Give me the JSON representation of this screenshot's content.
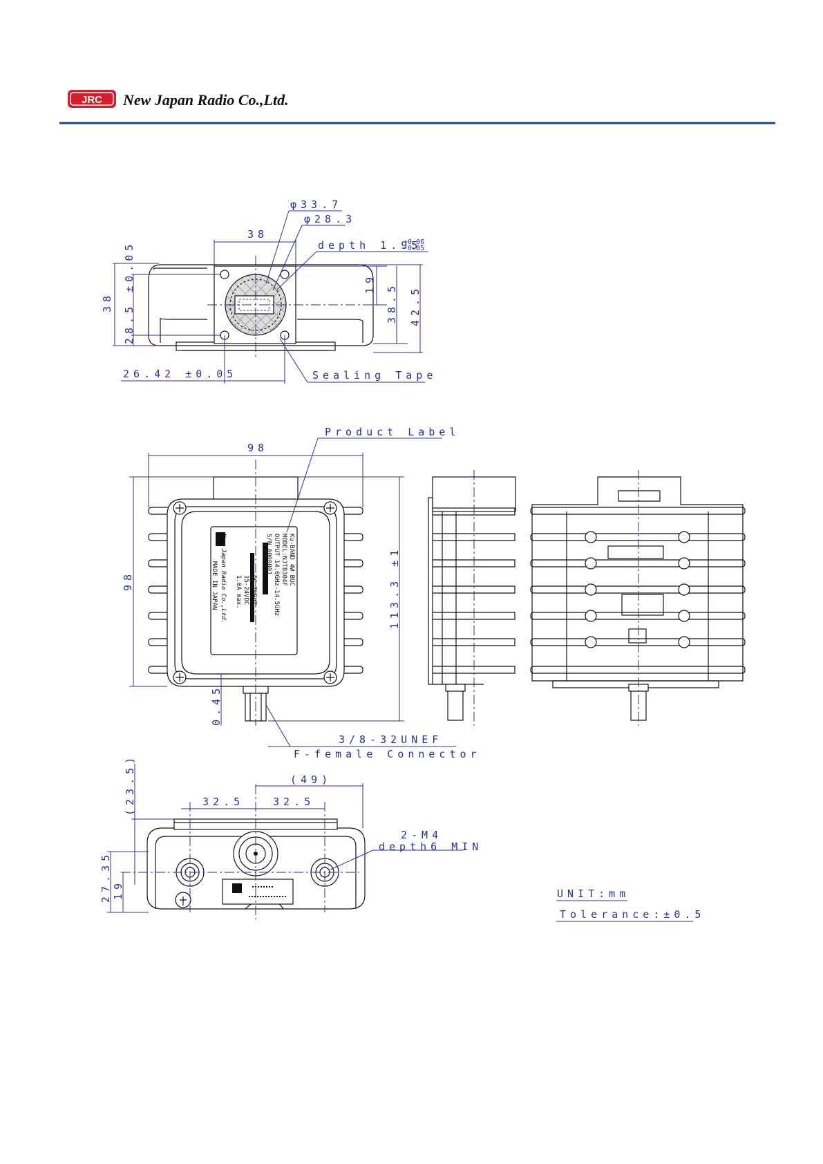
{
  "header": {
    "company_name": "New Japan Radio Co.,Ltd.",
    "logo_text": "JRC",
    "accent_color": "#1e3f8c",
    "logo_color": "#d41f2a"
  },
  "top_view": {
    "dim_diameter_outer": "φ33.7",
    "dim_diameter_inner": "φ28.3",
    "dim_width_38": "38",
    "dim_depth": "depth 1.95",
    "dim_depth_tol_plus": "+0.06",
    "dim_depth_tol_minus": "-0.05",
    "dim_height_38": "38",
    "dim_28_5": "28.5 ±0.05",
    "dim_19": "19",
    "dim_38_5": "38.5",
    "dim_42_5": "42.5",
    "dim_26_42": "26.42 ±0.05",
    "sealing_tape": "Sealing Tape"
  },
  "front_view": {
    "product_label": "Product Label",
    "dim_98_width": "98",
    "dim_98_height": "98",
    "dim_113": "113.3 ±1",
    "dim_0_45": "0.45",
    "connector_thread": "3/8-32UNEF",
    "connector_type": "F-female Connector",
    "label_lines": [
      "Ku-BAND 4W BUC",
      "MODEL:NJT8304F",
      "OUTPUT 14.0GHz-14.5GHz",
      "S/N A000001",
      "DC INPUT",
      "15-24VDC",
      "1.0A max.",
      "New Japan Radio Co.,Ltd.",
      "MADE IN JAPAN"
    ]
  },
  "bottom_view": {
    "dim_23_5": "(23.5)",
    "dim_49": "(49)",
    "dim_32_5_left": "32.5",
    "dim_32_5_right": "32.5",
    "dim_2_m4": "2-M4",
    "dim_depth6": "depth6 MIN",
    "dim_27_35": "27.35",
    "dim_19": "19"
  },
  "notes": {
    "unit": "UNIT:mm",
    "tolerance": "Tolerance:±0.5"
  }
}
